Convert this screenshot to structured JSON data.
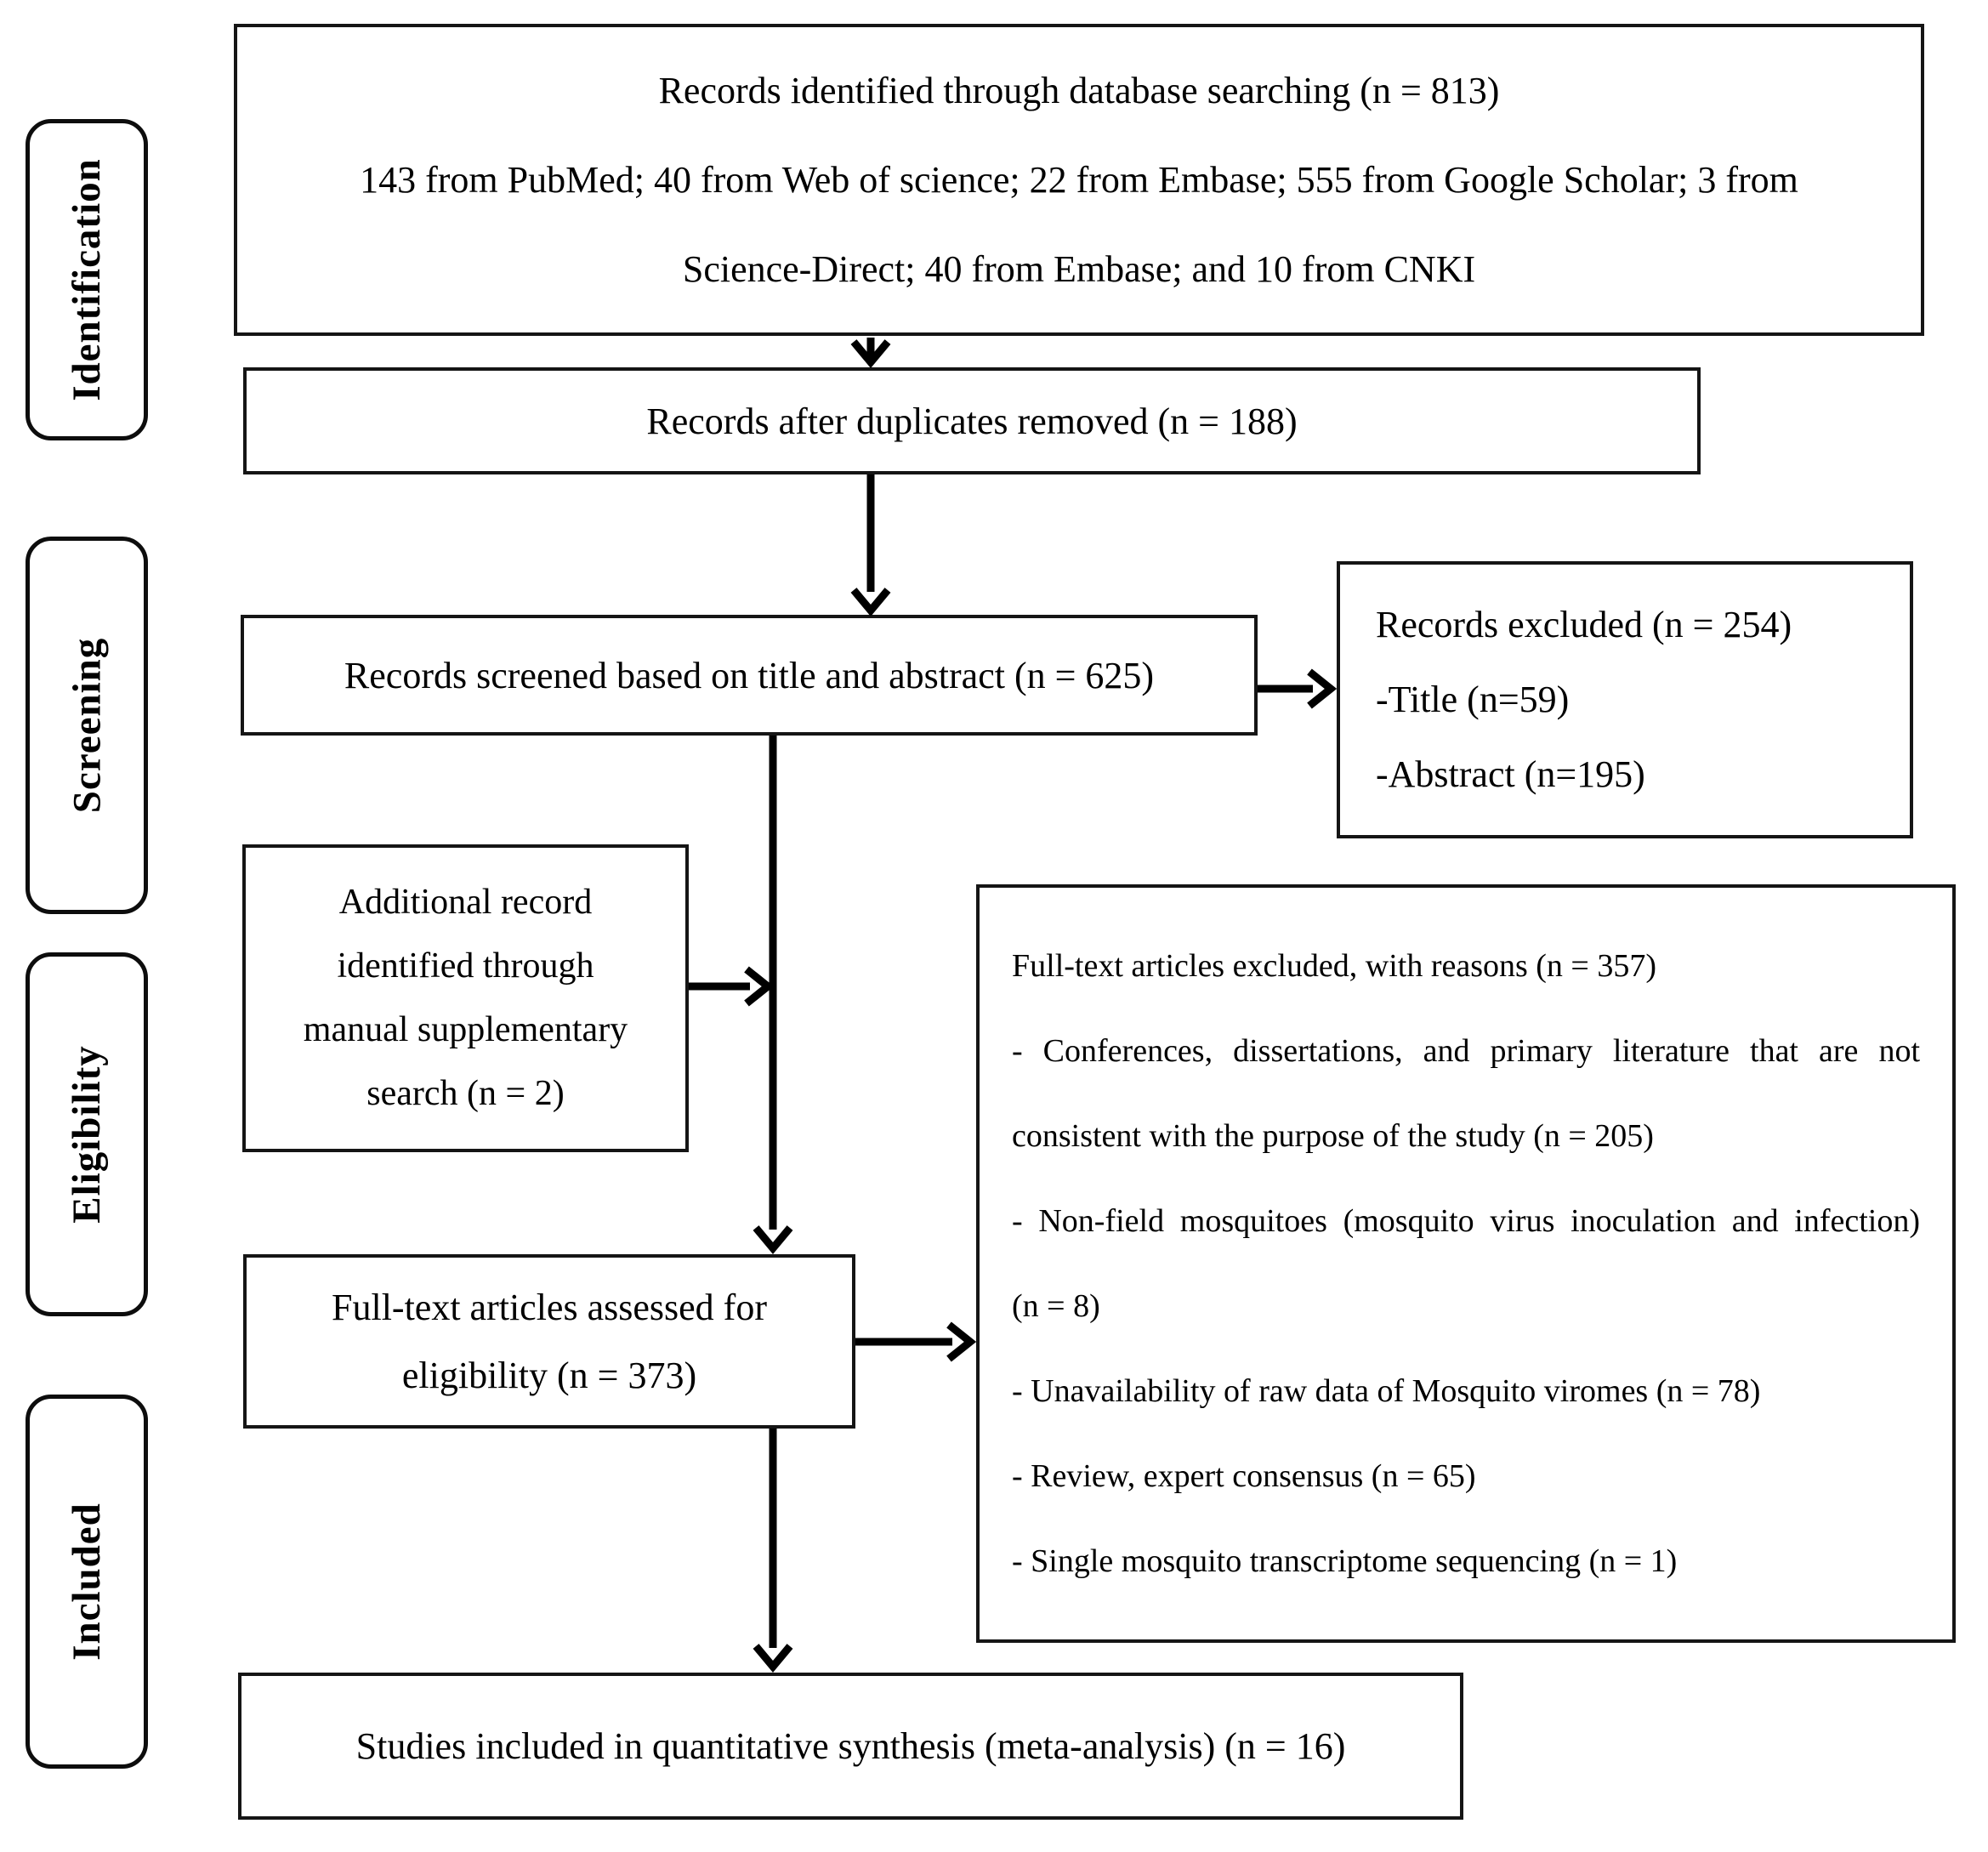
{
  "diagram": {
    "kind": "prisma-flow-diagram",
    "colors": {
      "background": "#ffffff",
      "border": "#151515",
      "text": "#000000"
    },
    "sidebar": {
      "stages": [
        {
          "label": "Identification"
        },
        {
          "label": "Screening"
        },
        {
          "label": "Eligibility"
        },
        {
          "label": "Included"
        }
      ]
    },
    "boxes": {
      "identified": {
        "lines": [
          "Records identified through database searching (n = 813)",
          "143 from PubMed; 40 from Web of science; 22 from Embase; 555 from Google Scholar; 3 from",
          "Science-Direct; 40 from Embase; and 10 from CNKI"
        ]
      },
      "duplicates": {
        "label": "Records after duplicates removed (n = 188)"
      },
      "screened": {
        "label": "Records screened based on title and abstract (n = 625)"
      },
      "records_excluded": {
        "lines": [
          "Records excluded (n = 254)",
          "-Title (n=59)",
          "-Abstract (n=195)"
        ]
      },
      "additional": {
        "lines": [
          "Additional record",
          "identified through",
          "manual supplementary",
          "search (n = 2)"
        ]
      },
      "fulltext_excluded": {
        "lines": [
          "Full-text articles excluded, with reasons (n = 357)",
          "- Conferences, dissertations, and primary literature that are not",
          "consistent with the purpose of the study (n = 205)",
          "- Non-field mosquitoes (mosquito virus inoculation and infection)",
          "(n = 8)",
          "- Unavailability of raw data of Mosquito viromes (n = 78)",
          "- Review, expert consensus (n = 65)",
          "- Single mosquito transcriptome sequencing (n = 1)"
        ]
      },
      "fulltext_assessed": {
        "lines": [
          "Full-text articles assessed for",
          "eligibility (n = 373)"
        ]
      },
      "included_studies": {
        "label": "Studies included in quantitative synthesis (meta-analysis) (n = 16)"
      }
    }
  }
}
